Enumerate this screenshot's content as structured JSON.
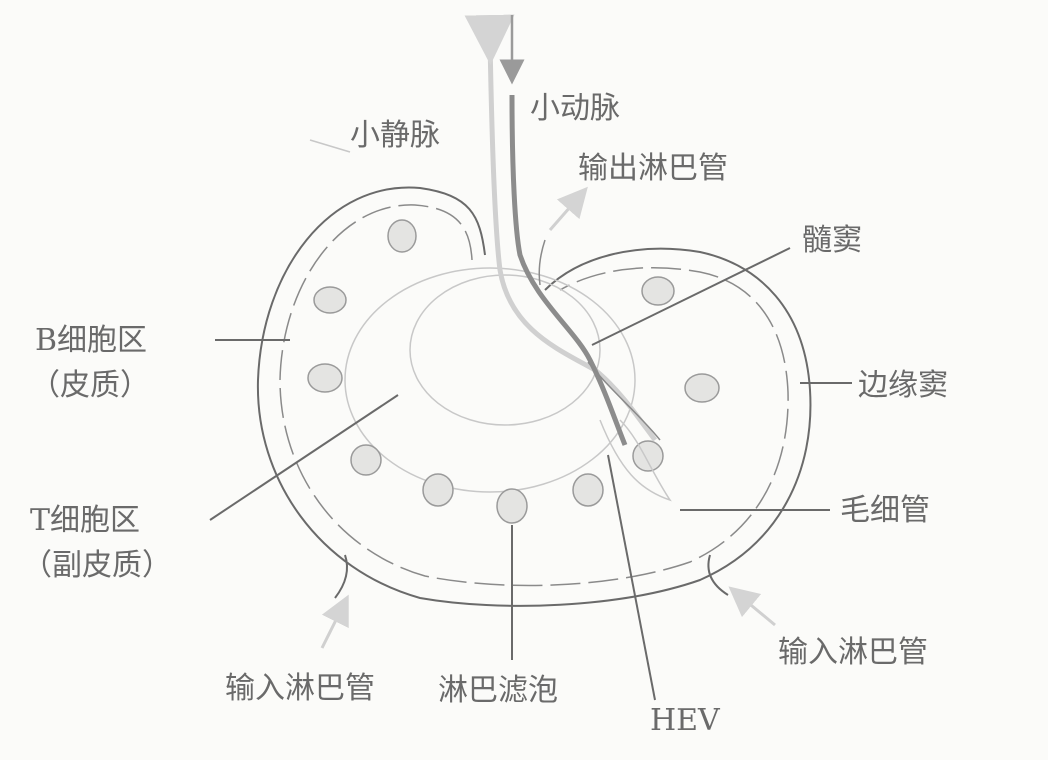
{
  "title": "淋巴结结构示意图",
  "labels": {
    "venule": "小静脉",
    "arteriole": "小动脉",
    "efferent_lymphatic": "输出淋巴管",
    "medullary_sinus": "髓窦",
    "b_cell_zone": "B细胞区",
    "b_cell_zone_sub": "（皮质）",
    "marginal_sinus": "边缘窦",
    "t_cell_zone": "T细胞区",
    "t_cell_zone_sub": "（副皮质）",
    "capillary": "毛细管",
    "afferent_lymphatic_left": "输入淋巴管",
    "afferent_lymphatic_right": "输入淋巴管",
    "lymphoid_follicle": "淋巴滤泡",
    "hev": "HEV"
  },
  "colors": {
    "line": "#6a6a6a",
    "artery": "#8c8c8c",
    "vein": "#cfcfcf",
    "follicle": "#e4e4e2"
  }
}
